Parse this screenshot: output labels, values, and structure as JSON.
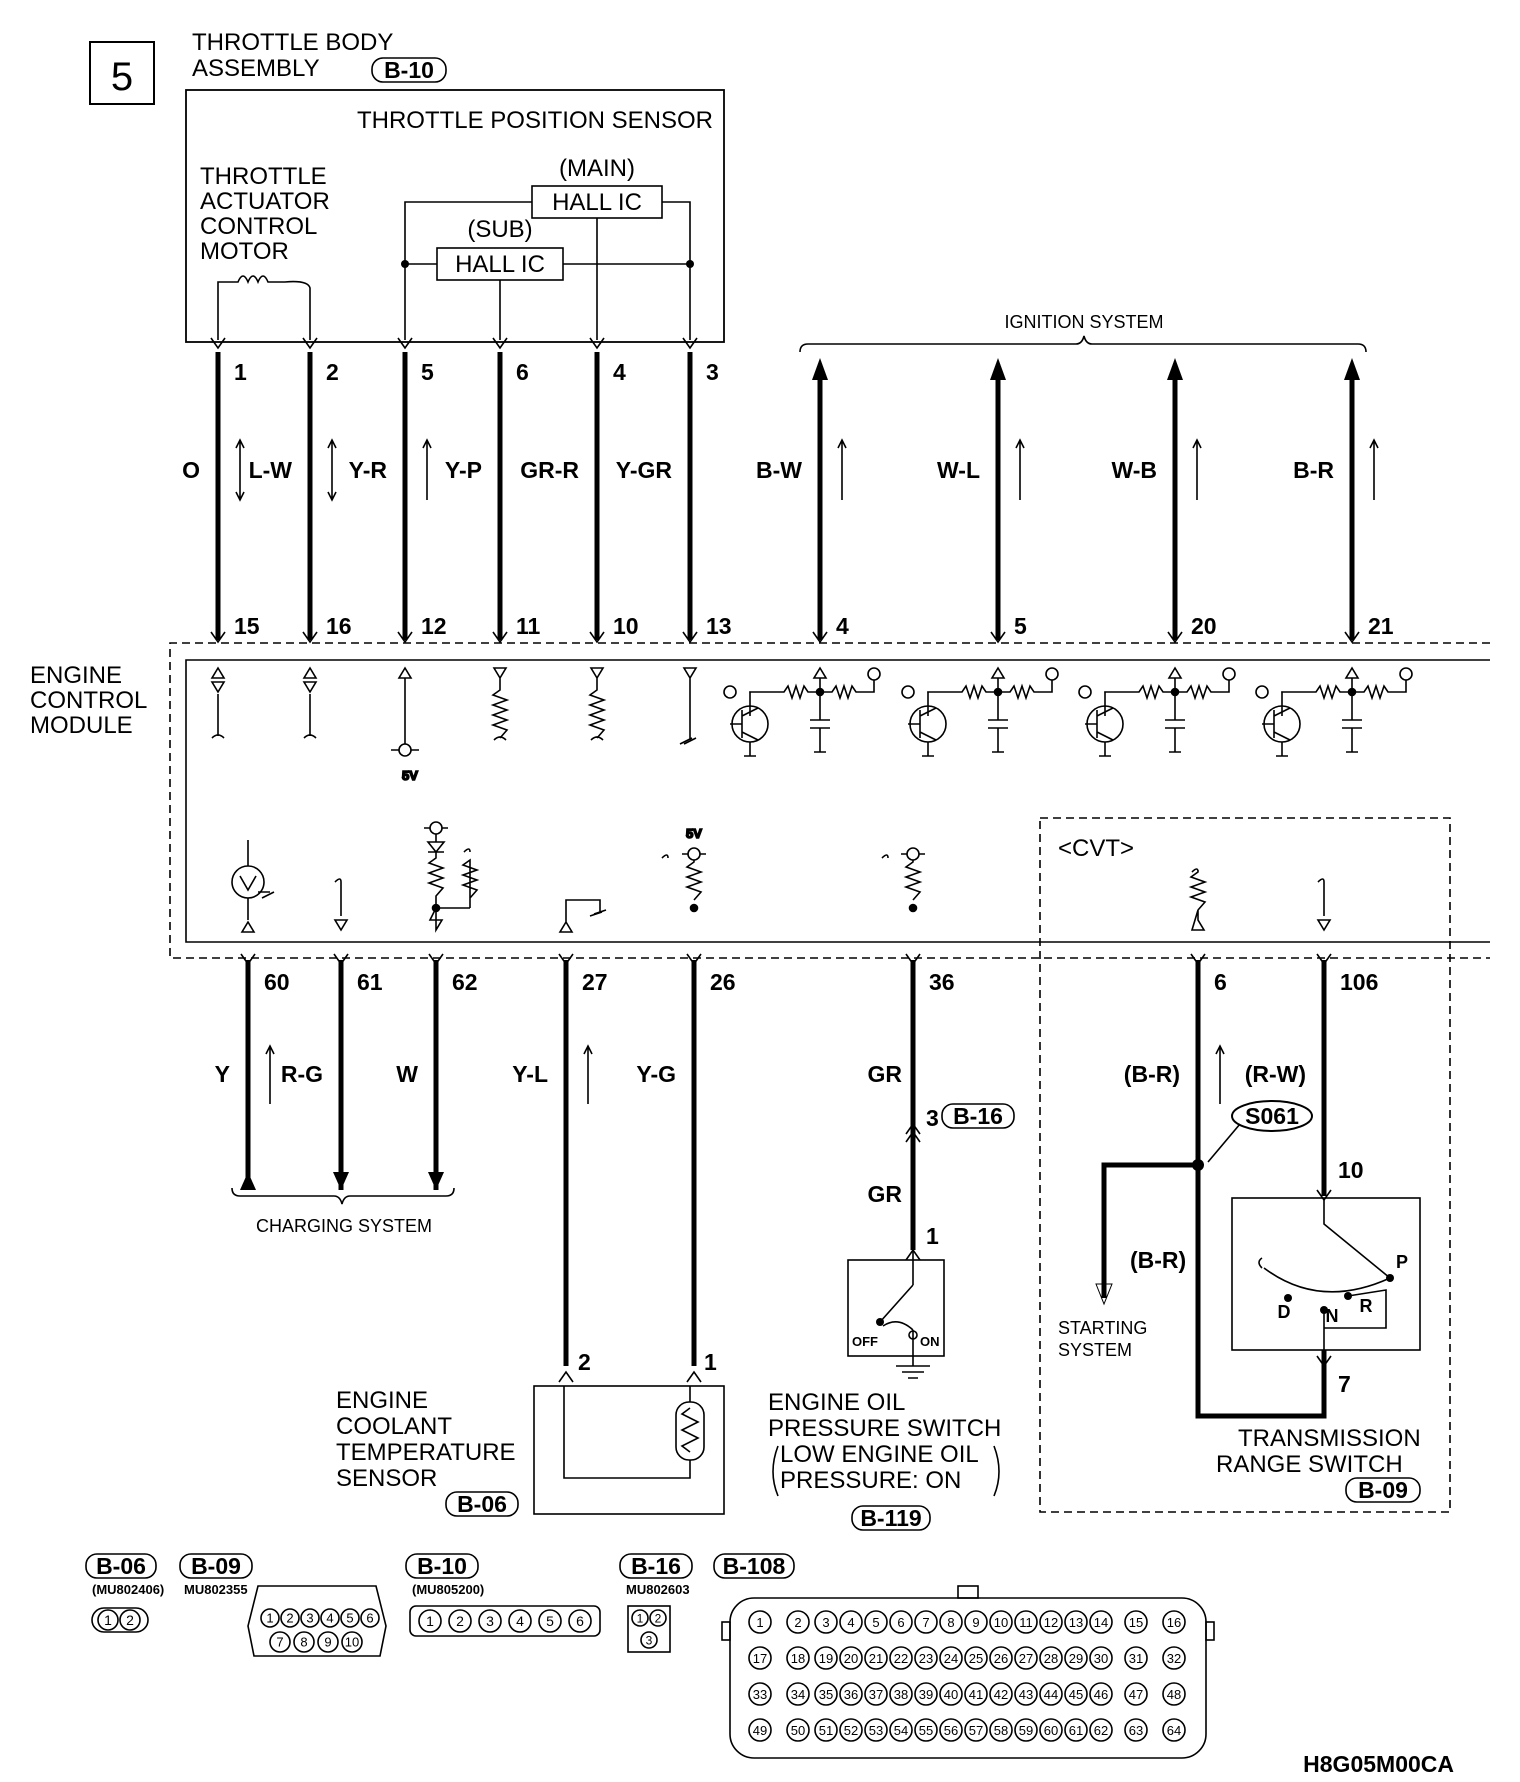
{
  "figure_number": "5",
  "throttle_body": {
    "title_line1": "THROTTLE BODY",
    "title_line2": "ASSEMBLY",
    "connector": "B-10",
    "tps_label": "THROTTLE POSITION SENSOR",
    "motor_label": [
      "THROTTLE",
      "ACTUATOR",
      "CONTROL",
      "MOTOR"
    ],
    "main_label": "(MAIN)",
    "sub_label": "(SUB)",
    "hall_ic": "HALL IC"
  },
  "ignition_system_label": "IGNITION SYSTEM",
  "ecm_label": [
    "ENGINE",
    "CONTROL",
    "MODULE"
  ],
  "five_volt": "5V",
  "cvt_label": "<CVT>",
  "top_wires": [
    {
      "top_pin": "1",
      "color": "O",
      "ecm_pin": "15"
    },
    {
      "top_pin": "2",
      "color": "L-W",
      "ecm_pin": "16"
    },
    {
      "top_pin": "5",
      "color": "Y-R",
      "ecm_pin": "12"
    },
    {
      "top_pin": "6",
      "color": "Y-P",
      "ecm_pin": "11"
    },
    {
      "top_pin": "4",
      "color": "GR-R",
      "ecm_pin": "10"
    },
    {
      "top_pin": "3",
      "color": "Y-GR",
      "ecm_pin": "13"
    },
    {
      "top_pin": "",
      "color": "B-W",
      "ecm_pin": "4"
    },
    {
      "top_pin": "",
      "color": "W-L",
      "ecm_pin": "5"
    },
    {
      "top_pin": "",
      "color": "W-B",
      "ecm_pin": "20"
    },
    {
      "top_pin": "",
      "color": "B-R",
      "ecm_pin": "21"
    }
  ],
  "bottom_wires": [
    {
      "ecm_pin": "60",
      "color": "Y"
    },
    {
      "ecm_pin": "61",
      "color": "R-G"
    },
    {
      "ecm_pin": "62",
      "color": "W"
    },
    {
      "ecm_pin": "27",
      "color": "Y-L"
    },
    {
      "ecm_pin": "26",
      "color": "Y-G"
    },
    {
      "ecm_pin": "36",
      "color": "GR"
    },
    {
      "ecm_pin": "6",
      "color": "(B-R)"
    },
    {
      "ecm_pin": "106",
      "color": "(R-W)"
    }
  ],
  "charging_system_label": "CHARGING SYSTEM",
  "oil_switch": {
    "wire_color_upper": "GR",
    "wire_color_lower": "GR",
    "inline_pin": "3",
    "inline_connector": "B-16",
    "switch_pin": "1",
    "off": "OFF",
    "on": "ON",
    "label": [
      "ENGINE OIL",
      "PRESSURE SWITCH",
      "LOW ENGINE OIL",
      "PRESSURE: ON"
    ],
    "connector": "B-119"
  },
  "coolant_sensor": {
    "pin_left": "2",
    "pin_right": "1",
    "label": [
      "ENGINE",
      "COOLANT",
      "TEMPERATURE",
      "SENSOR"
    ],
    "connector": "B-06"
  },
  "cvt": {
    "splice": "S061",
    "branch_color": "(B-R)",
    "starting_system": [
      "STARTING",
      "SYSTEM"
    ],
    "trs_pin_top": "10",
    "trs_pin_bottom": "7",
    "positions": [
      "D",
      "N",
      "R",
      "P"
    ],
    "label": [
      "TRANSMISSION",
      "RANGE SWITCH"
    ],
    "connector": "B-09"
  },
  "connectors_legend": [
    {
      "id": "B-06",
      "part": "(MU802406)",
      "pins": [
        "1",
        "2"
      ]
    },
    {
      "id": "B-09",
      "part": "MU802355",
      "pins": [
        "1",
        "2",
        "3",
        "4",
        "5",
        "6",
        "7",
        "8",
        "9",
        "10"
      ]
    },
    {
      "id": "B-10",
      "part": "(MU805200)",
      "pins": [
        "1",
        "2",
        "3",
        "4",
        "5",
        "6"
      ]
    },
    {
      "id": "B-16",
      "part": "MU802603",
      "pins": [
        "1",
        "2",
        "3"
      ]
    },
    {
      "id": "B-108",
      "part": "",
      "pins": []
    }
  ],
  "ecm_connector_pins": [
    [
      "1",
      "2",
      "3",
      "4",
      "5",
      "6",
      "7",
      "8",
      "9",
      "10",
      "11",
      "12",
      "13",
      "14",
      "15",
      "16"
    ],
    [
      "17",
      "18",
      "19",
      "20",
      "21",
      "22",
      "23",
      "24",
      "25",
      "26",
      "27",
      "28",
      "29",
      "30",
      "31",
      "32"
    ],
    [
      "33",
      "34",
      "35",
      "36",
      "37",
      "38",
      "39",
      "40",
      "41",
      "42",
      "43",
      "44",
      "45",
      "46",
      "47",
      "48"
    ],
    [
      "49",
      "50",
      "51",
      "52",
      "53",
      "54",
      "55",
      "56",
      "57",
      "58",
      "59",
      "60",
      "61",
      "62",
      "63",
      "64"
    ]
  ],
  "diagram_code": "H8G05M00CA"
}
